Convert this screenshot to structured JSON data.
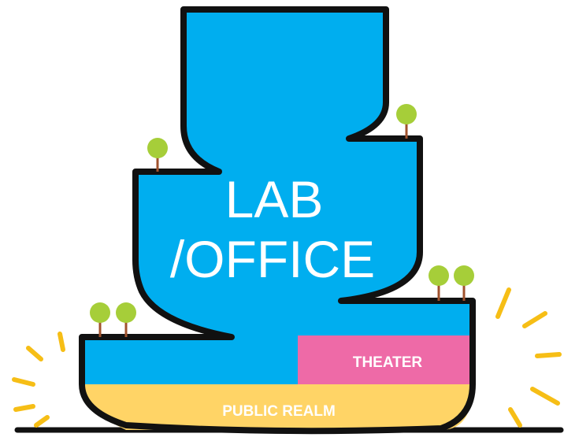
{
  "labels": {
    "lab_office_line1": "LAB",
    "lab_office_line2": "/OFFICE",
    "theater": "THEATER",
    "public_realm": "PUBLIC REALM"
  },
  "colors": {
    "building": "#00AEEF",
    "theater": "#EE6AA7",
    "public_realm": "#FFD466",
    "outline": "#111111",
    "tree_canopy": "#A6CE39",
    "tree_trunk": "#A0522D",
    "sparkle": "#F6BE16"
  },
  "icons": {
    "tree": "tree-icon",
    "sparkle": "sparkle-icon"
  }
}
